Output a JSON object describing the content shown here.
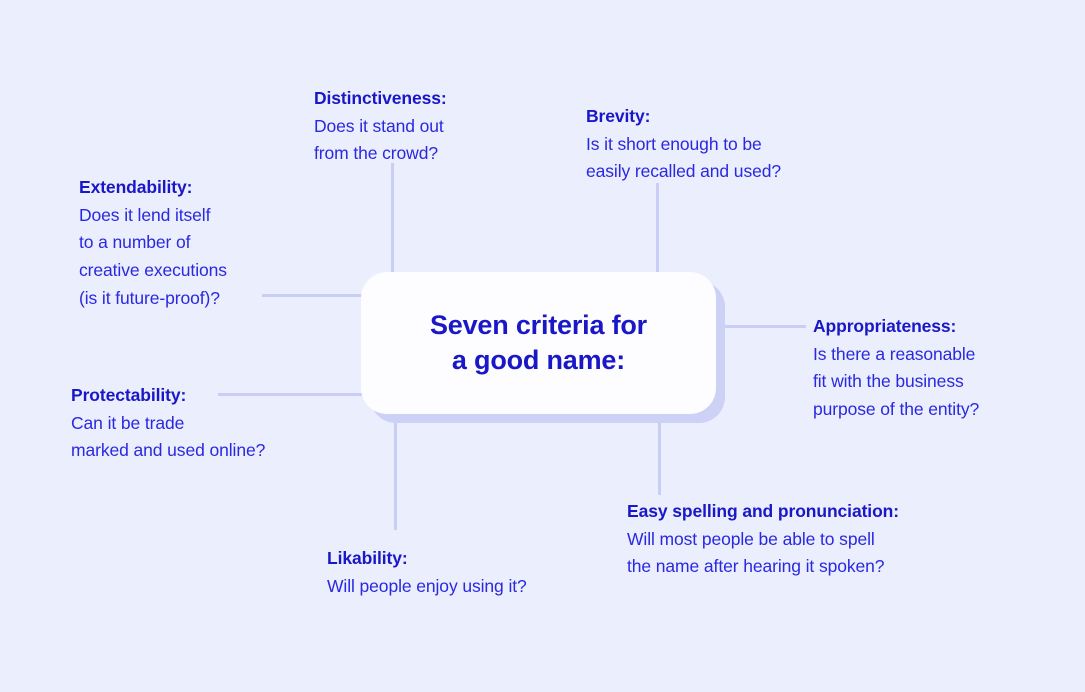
{
  "diagram": {
    "type": "mind-map",
    "background_color": "#ebeefc",
    "accent_color": "#1a18c6",
    "body_text_color": "#2a28e0",
    "node_fill_color": "#fdfdff",
    "shadow_color": "#ccd1f5",
    "connector_color": "#c9cef4",
    "center": {
      "line1": "Seven criteria for",
      "line2": "a good name:"
    },
    "criteria": [
      {
        "id": "extendability",
        "title": "Extendability:",
        "lines": [
          "Does it lend itself",
          "to a number of",
          "creative executions",
          "(is it future-proof)?"
        ]
      },
      {
        "id": "distinctiveness",
        "title": "Distinctiveness:",
        "lines": [
          "Does it stand out",
          "from the crowd?"
        ]
      },
      {
        "id": "brevity",
        "title": "Brevity:",
        "lines": [
          "Is it short enough to be",
          "easily recalled and used?"
        ]
      },
      {
        "id": "appropriateness",
        "title": "Appropriateness:",
        "lines": [
          "Is there a reasonable",
          "fit with the business",
          "purpose of the entity?"
        ]
      },
      {
        "id": "protectability",
        "title": "Protectability:",
        "lines": [
          "Can it be trade",
          "marked and used online?"
        ]
      },
      {
        "id": "likability",
        "title": "Likability:",
        "lines": [
          "Will people enjoy using it?"
        ]
      },
      {
        "id": "easy-spelling",
        "title": "Easy spelling and pronunciation:",
        "lines": [
          "Will most people be able to spell",
          "the name after hearing it spoken?"
        ]
      }
    ]
  }
}
